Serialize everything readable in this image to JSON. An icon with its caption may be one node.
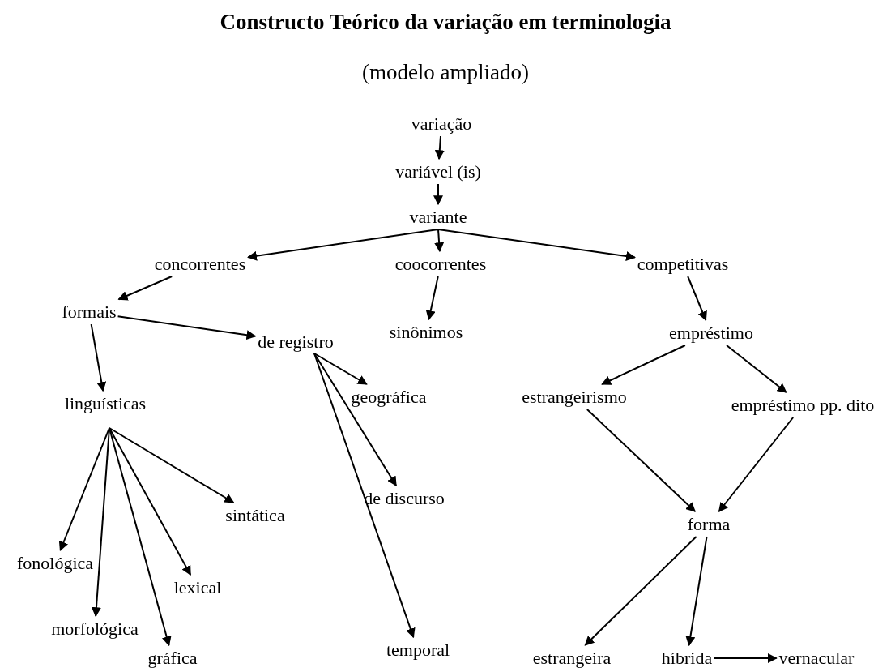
{
  "diagram": {
    "title": "Constructo Teórico da variação em terminologia",
    "caption": "(modelo ampliado)",
    "nodes": [
      {
        "text": [
          "variação"
        ]
      },
      {
        "text": [
          "variável (is)"
        ]
      },
      {
        "text": [
          "variante"
        ]
      },
      {
        "text": [
          "concorrentes"
        ]
      },
      {
        "text": [
          "coocorrentes"
        ]
      },
      {
        "text": [
          "competitivas"
        ]
      },
      {
        "text": [
          "formais"
        ]
      },
      {
        "text": [
          "de registro"
        ]
      },
      {
        "text": [
          "sinônimos"
        ]
      },
      {
        "text": [
          "empréstimo"
        ]
      },
      {
        "text": [
          "linguísticas"
        ]
      },
      {
        "text": [
          "geográfica"
        ]
      },
      {
        "text": [
          "estrangeirismo"
        ]
      },
      {
        "text": [
          "empréstimo pp. dito"
        ]
      },
      {
        "text": [
          "de discurso"
        ]
      },
      {
        "text": [
          "sintática"
        ]
      },
      {
        "text": [
          "forma"
        ]
      },
      {
        "text": [
          "fonológica"
        ]
      },
      {
        "text": [
          "lexical"
        ]
      },
      {
        "text": [
          "morfológica"
        ]
      },
      {
        "text": [
          "temporal"
        ]
      },
      {
        "text": [
          "gráfica"
        ]
      },
      {
        "text": [
          "estrangeira"
        ]
      },
      {
        "text": [
          "híbrida"
        ]
      },
      {
        "text": [
          "vernacular"
        ]
      }
    ],
    "edges": [
      {
        "from": 0,
        "to": 1,
        "arrow": "to"
      },
      {
        "from": 1,
        "to": 2,
        "arrow": "to"
      },
      {
        "from": 2,
        "to": 3,
        "arrow": "to"
      },
      {
        "from": 2,
        "to": 4,
        "arrow": "to"
      },
      {
        "from": 2,
        "to": 5,
        "arrow": "to"
      },
      {
        "from": 3,
        "to": 6,
        "arrow": "to"
      },
      {
        "from": 4,
        "to": 8,
        "arrow": "to"
      },
      {
        "from": 5,
        "to": 9,
        "arrow": "to"
      },
      {
        "from": 6,
        "to": 7,
        "arrow": "to"
      },
      {
        "from": 6,
        "to": 10,
        "arrow": "to"
      },
      {
        "from": 7,
        "to": 11,
        "arrow": "to"
      },
      {
        "from": 7,
        "to": 14,
        "arrow": "to"
      },
      {
        "from": 7,
        "to": 20,
        "arrow": "to"
      },
      {
        "from": 9,
        "to": 12,
        "arrow": "to"
      },
      {
        "from": 9,
        "to": 13,
        "arrow": "to"
      },
      {
        "from": 10,
        "to": 17,
        "arrow": "to"
      },
      {
        "from": 10,
        "to": 19,
        "arrow": "to"
      },
      {
        "from": 10,
        "to": 21,
        "arrow": "to"
      },
      {
        "from": 10,
        "to": 18,
        "arrow": "to"
      },
      {
        "from": 10,
        "to": 15,
        "arrow": "to"
      },
      {
        "from": 12,
        "to": 16,
        "arrow": "to"
      },
      {
        "from": 13,
        "to": 16,
        "arrow": "to"
      },
      {
        "from": 16,
        "to": 22,
        "arrow": "to"
      },
      {
        "from": 16,
        "to": 23,
        "arrow": "to"
      },
      {
        "from": 23,
        "to": 24,
        "arrow": "to"
      }
    ]
  }
}
